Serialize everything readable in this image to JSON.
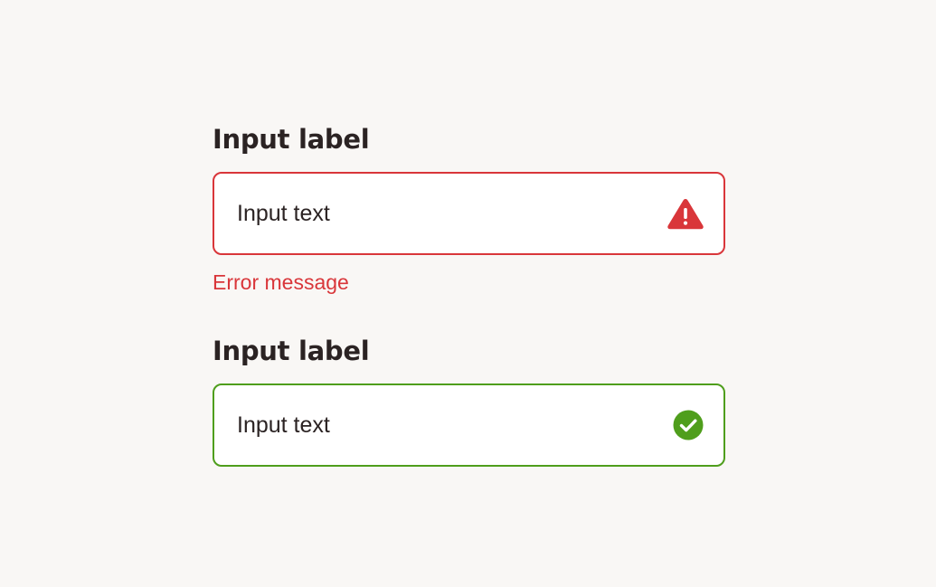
{
  "fields": [
    {
      "label": "Input label",
      "value": "Input text",
      "state": "error",
      "icon": "warning-triangle-icon",
      "message": "Error message"
    },
    {
      "label": "Input label",
      "value": "Input text",
      "state": "success",
      "icon": "checkmark-circle-icon"
    }
  ],
  "colors": {
    "background": "#f9f7f5",
    "text": "#2b2323",
    "error": "#d9363a",
    "success": "#4f9e1c",
    "input_background": "#ffffff"
  }
}
